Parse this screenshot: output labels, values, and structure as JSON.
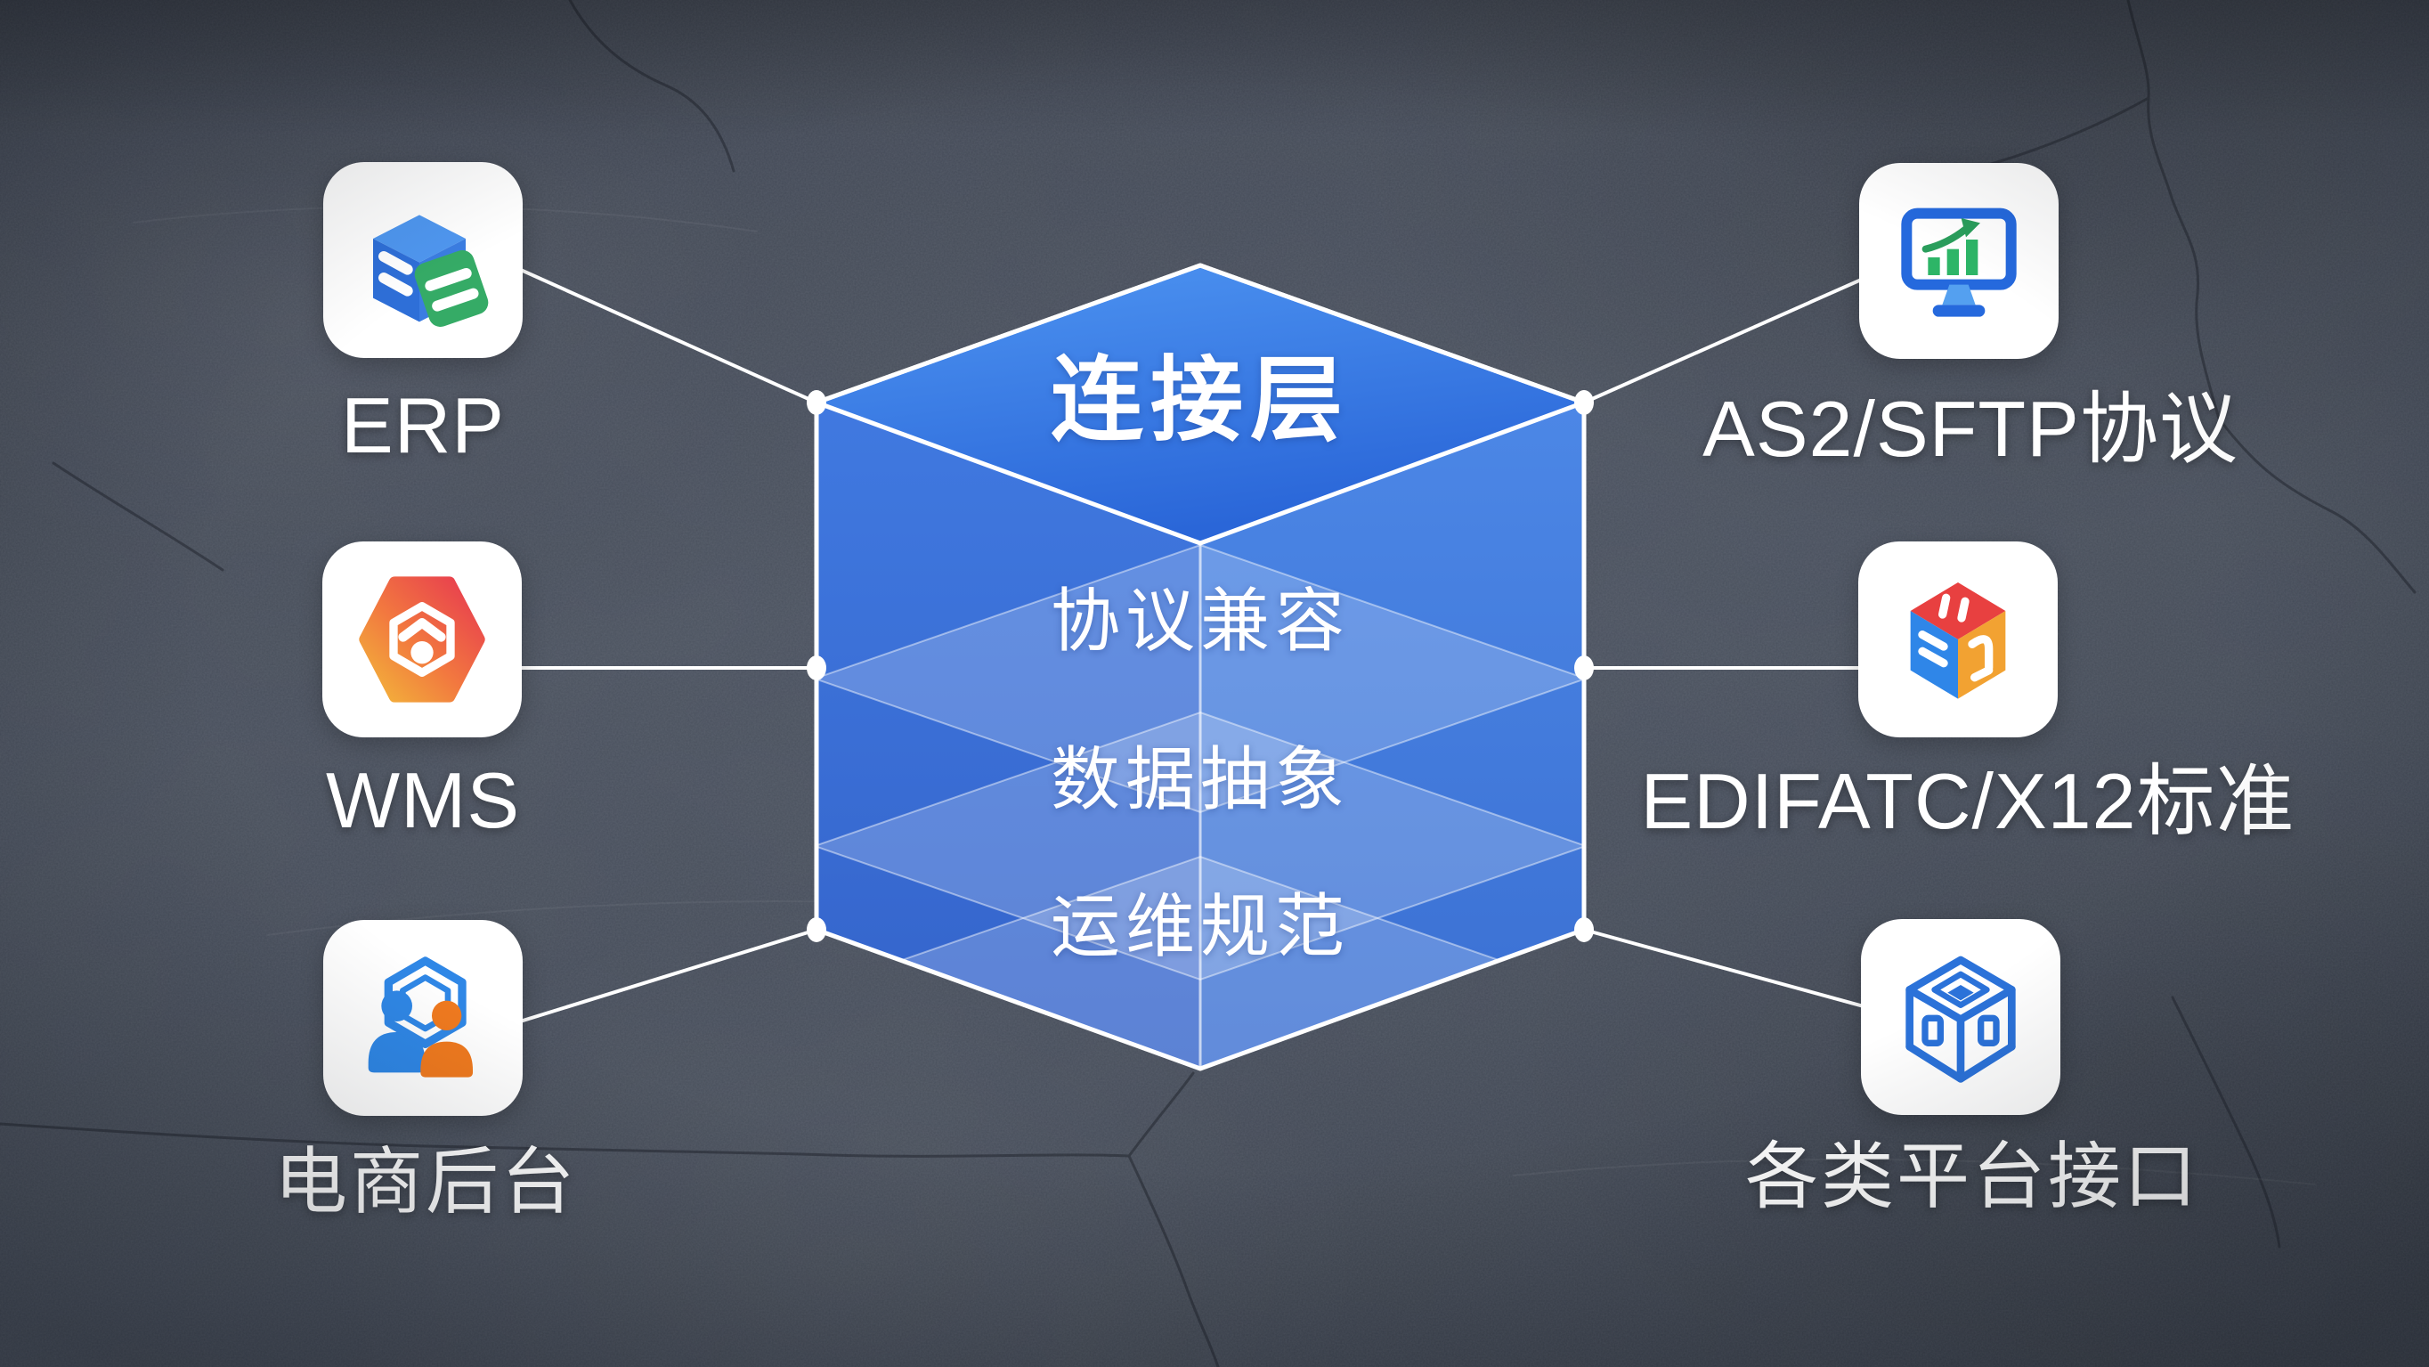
{
  "scene": {
    "cube": {
      "title": "连接层",
      "layer_labels": [
        "协议兼容",
        "数据抽象",
        "运维规范"
      ]
    },
    "left_nodes": [
      {
        "label": "ERP",
        "icon": "erp-stack-icon"
      },
      {
        "label": "WMS",
        "icon": "wms-hexagon-icon"
      },
      {
        "label": "电商后台",
        "icon": "ecommerce-users-icon"
      }
    ],
    "right_nodes": [
      {
        "label": "AS2/SFTP协议",
        "icon": "monitor-chart-icon"
      },
      {
        "label": "EDIFATC/X12标准",
        "icon": "edi-colored-cube-icon"
      },
      {
        "label": "各类平台接口",
        "icon": "platform-wireframe-cube-icon"
      }
    ],
    "colors": {
      "background": "#474e59",
      "cube_top": "#3b7ee8",
      "cube_side_left": "#3a70d8",
      "cube_side_right": "#4784e2",
      "connector_line": "#ffffff",
      "card": "#ffffff",
      "erp_blue": "#2e6fd8",
      "erp_green": "#35ab66",
      "wms_orange": "#f6b33c",
      "wms_red": "#e73950",
      "ecom_blue": "#2f87e6",
      "ecom_orange": "#f07a1f",
      "monitor_blue": "#2569dd",
      "chart_green": "#2db567",
      "edi_red": "#e84040",
      "edi_blue": "#2f86e8",
      "edi_orange": "#f2a232",
      "platform_blue": "#2b72d9"
    }
  }
}
